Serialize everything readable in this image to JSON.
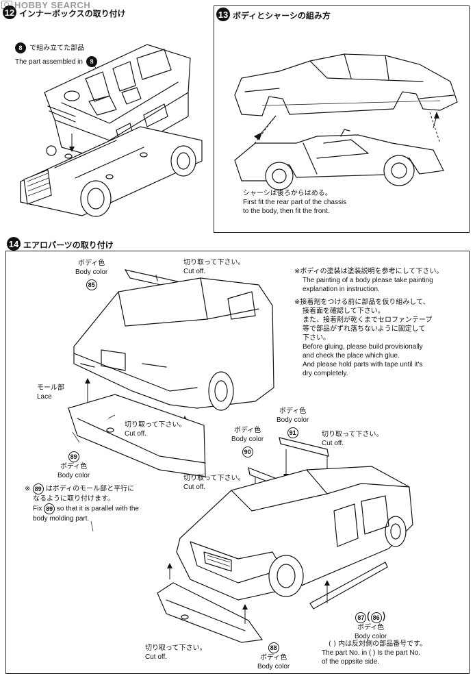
{
  "watermark": "HOBBY SEARCH",
  "steps": {
    "s12": {
      "number": "12",
      "title": "インナーボックスの取り付け",
      "note_jp": "で組み立てた部品",
      "note_en": "The part assembled in",
      "ref_step": "8"
    },
    "s13": {
      "number": "13",
      "title": "ボディとシャーシの組み方",
      "note_jp": "シャーシは後ろからはめる。",
      "note_en_1": "First fit the rear part of the chassis",
      "note_en_2": "to the body, then fit the front."
    },
    "s14": {
      "number": "14",
      "title": "エアロパーツの取り付け",
      "body_color_jp": "ボディ色",
      "body_color_en": "Body color",
      "cut_jp": "切り取って下さい。",
      "cut_en": "Cut off.",
      "lace_jp": "モール部",
      "lace_en": "Lace",
      "parts": {
        "p85": "85",
        "p89": "89",
        "p90": "90",
        "p91": "91",
        "p87": "87",
        "p86": "86",
        "p88": "88"
      },
      "note_paint_jp": "※ボディの塗装は塗装説明を参考にして下さい。",
      "note_paint_en_1": "The painting of a body please take painting",
      "note_paint_en_2": "explanation in instruction.",
      "note_glue_jp_1": "※接着剤をつける前に部品を仮り組みして、",
      "note_glue_jp_2": "接着面を確認して下さい。",
      "note_glue_jp_3": "また、接着剤が乾くまでセロファンテープ",
      "note_glue_jp_4": "等で部品がずれ落ちないように固定して",
      "note_glue_jp_5": "下さい。",
      "note_glue_en_1": "Before gluing, please build provisionally",
      "note_glue_en_2": "and check the place which glue.",
      "note_glue_en_3": "And please hold parts with tape until it's",
      "note_glue_en_4": "dry completely.",
      "fix_mark": "※",
      "fix_jp_1": "はボディのモール部と平行に",
      "fix_jp_2": "なるように取り付けます。",
      "fix_en_pre": "Fix",
      "fix_en_1": "so that it is parallel with the",
      "fix_en_2": "body molding part.",
      "paren_jp": "(   ) 内は反対側の部品番号です。",
      "paren_en_1": "The part No. in (    ) Is the part No.",
      "paren_en_2": "of the oppsite side."
    }
  }
}
